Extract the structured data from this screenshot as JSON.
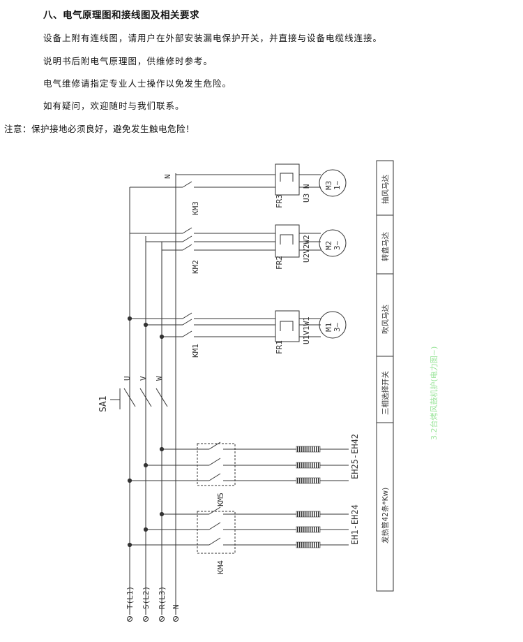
{
  "heading": "八、电气原理图和接线图及相关要求",
  "paragraphs": [
    "设备上附有连线图，请用户在外部安装漏电保护开关，并直接与设备电缆线连接。",
    "说明书后附电气原理图，供维修时参考。",
    "电气维修请指定专业人士操作以免发生危险。",
    "如有疑问，欢迎随时与我们联系。"
  ],
  "note": "注意：保护接地必须良好，避免发生触电危险！",
  "diagram": {
    "power_terminals": [
      "T(L1)",
      "S(L2)",
      "R(L3)",
      "N"
    ],
    "switch_label": "SA1",
    "phase_labels": [
      "U",
      "V",
      "W"
    ],
    "neutral_label": "N",
    "contactors": [
      "KM3",
      "KM2",
      "KM1",
      "KM5",
      "KM4"
    ],
    "overloads": [
      "FR3",
      "FR2",
      "FR1"
    ],
    "motor_terms": [
      "U3 N",
      "U2V2W2",
      "U1V1W1"
    ],
    "motors": [
      {
        "name": "M3",
        "phase": "1~"
      },
      {
        "name": "M2",
        "phase": "3~"
      },
      {
        "name": "M1",
        "phase": "3~"
      }
    ],
    "heater_groups": [
      "EH25-EH42",
      "EH1-EH24"
    ],
    "sections": [
      "抽风马达",
      "转盘马达",
      "吹风马达",
      "三相选择开关",
      "发热管42条*Kw)"
    ],
    "side_note": "3.2台烤风鼓机护(电力图~)",
    "colors": {
      "line": "#333333",
      "side_note": "#9be59b"
    }
  }
}
